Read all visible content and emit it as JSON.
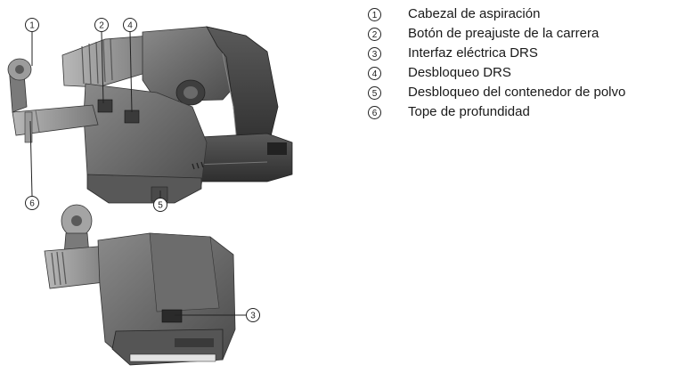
{
  "legend": {
    "items": [
      {
        "number": "1",
        "label": "Cabezal de aspiración"
      },
      {
        "number": "2",
        "label": "Botón de preajuste de la carrera"
      },
      {
        "number": "3",
        "label": "Interfaz eléctrica DRS"
      },
      {
        "number": "4",
        "label": "Desbloqueo DRS"
      },
      {
        "number": "5",
        "label": "Desbloqueo del contenedor de polvo"
      },
      {
        "number": "6",
        "label": "Tope de profundidad"
      }
    ]
  },
  "callouts": {
    "c1": "1",
    "c2": "2",
    "c3": "3",
    "c4": "4",
    "c5": "5",
    "c6": "6"
  }
}
